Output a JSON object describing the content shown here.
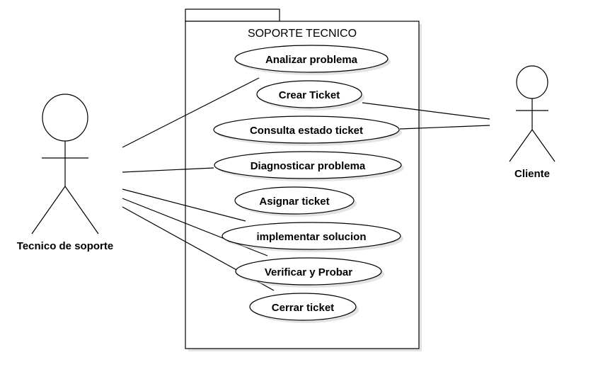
{
  "system": {
    "title": "SOPORTE TECNICO"
  },
  "actors": {
    "technician": {
      "label": "Tecnico de soporte"
    },
    "client": {
      "label": "Cliente"
    }
  },
  "use_cases": [
    {
      "label": "Analizar problema"
    },
    {
      "label": "Crear Ticket"
    },
    {
      "label": "Consulta estado ticket"
    },
    {
      "label": "Diagnosticar problema"
    },
    {
      "label": "Asignar ticket"
    },
    {
      "label": "implementar solucion"
    },
    {
      "label": "Verificar y Probar"
    },
    {
      "label": "Cerrar ticket"
    }
  ]
}
